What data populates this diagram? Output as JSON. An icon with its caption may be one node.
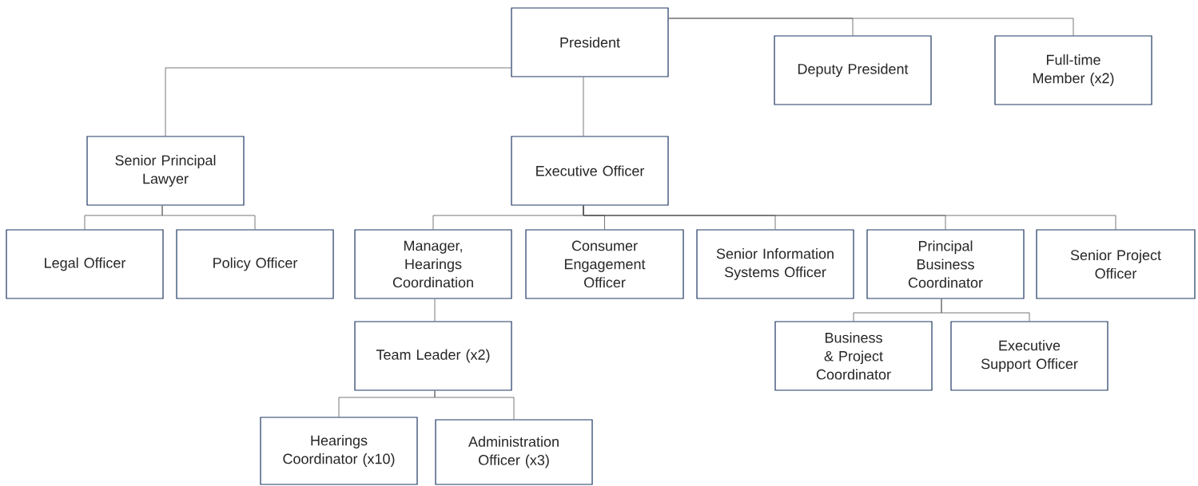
{
  "diagram": {
    "nodes": [
      {
        "text": [
          "President"
        ]
      },
      {
        "text": [
          "Deputy President"
        ]
      },
      {
        "text": [
          "Full-time Member (x2)"
        ]
      },
      {
        "text": [
          "Senior Principal Lawyer"
        ]
      },
      {
        "text": [
          "Executive Officer"
        ]
      },
      {
        "text": [
          "Legal Officer"
        ]
      },
      {
        "text": [
          "Policy Officer"
        ]
      },
      {
        "text": [
          "Manager, Hearings Coordination"
        ]
      },
      {
        "text": [
          "Consumer Engagement Officer"
        ]
      },
      {
        "text": [
          "Senior Information Systems Officer"
        ]
      },
      {
        "text": [
          "Principal Business Coordinator"
        ]
      },
      {
        "text": [
          "Senior Project Officer"
        ]
      },
      {
        "text": [
          "Team Leader (x2)"
        ]
      },
      {
        "text": [
          "Business & Project Coordinator"
        ]
      },
      {
        "text": [
          "Executive Support Officer"
        ]
      },
      {
        "text": [
          "Hearings Coordinator (x10)"
        ]
      },
      {
        "text": [
          "Administration Officer (x3)"
        ]
      }
    ],
    "edges": [
      {
        "from": 0,
        "to": 1,
        "arrow": "none"
      },
      {
        "from": 0,
        "to": 2,
        "arrow": "none"
      },
      {
        "from": 0,
        "to": 3,
        "arrow": "none"
      },
      {
        "from": 0,
        "to": 4,
        "arrow": "none"
      },
      {
        "from": 3,
        "to": 5,
        "arrow": "none"
      },
      {
        "from": 3,
        "to": 6,
        "arrow": "none"
      },
      {
        "from": 4,
        "to": 7,
        "arrow": "none"
      },
      {
        "from": 4,
        "to": 8,
        "arrow": "none"
      },
      {
        "from": 4,
        "to": 9,
        "arrow": "none"
      },
      {
        "from": 4,
        "to": 10,
        "arrow": "none"
      },
      {
        "from": 4,
        "to": 11,
        "arrow": "none"
      },
      {
        "from": 7,
        "to": 12,
        "arrow": "none"
      },
      {
        "from": 10,
        "to": 13,
        "arrow": "none"
      },
      {
        "from": 10,
        "to": 14,
        "arrow": "none"
      },
      {
        "from": 12,
        "to": 15,
        "arrow": "none"
      },
      {
        "from": 12,
        "to": 16,
        "arrow": "none"
      }
    ]
  }
}
